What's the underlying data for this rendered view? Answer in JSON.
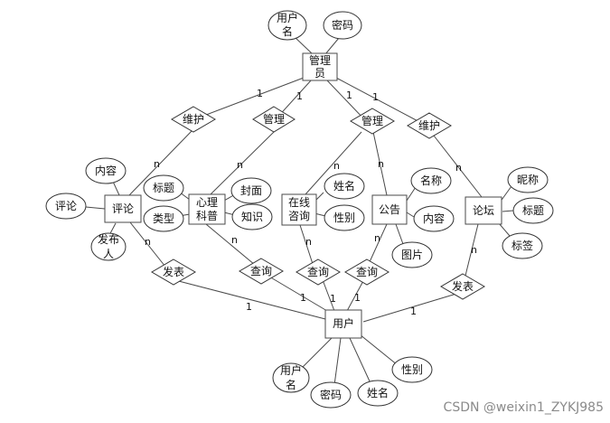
{
  "entities": {
    "admin": "管理员",
    "comment": "评论",
    "science": "心理科普",
    "consult": "在线咨询",
    "notice": "公告",
    "forum": "论坛",
    "user": "用户"
  },
  "attributes": {
    "admin_username": "用户名",
    "admin_password": "密码",
    "comment_content": "内容",
    "comment_text": "评论",
    "comment_publisher": "发布人",
    "science_title": "标题",
    "science_type": "类型",
    "science_cover": "封面",
    "science_knowledge": "知识",
    "consult_name": "姓名",
    "consult_gender": "性别",
    "notice_name": "名称",
    "notice_content": "内容",
    "notice_image": "图片",
    "forum_nickname": "昵称",
    "forum_title": "标题",
    "forum_tag": "标签",
    "user_username": "用户名",
    "user_password": "密码",
    "user_name": "姓名",
    "user_gender": "性别"
  },
  "relationships": {
    "maintain_1": "维护",
    "manage_1": "管理",
    "manage_2": "管理",
    "maintain_2": "维护",
    "publish_1": "发表",
    "query_1": "查询",
    "query_2": "查询",
    "query_3": "查询",
    "publish_2": "发表"
  },
  "cardinality": {
    "one": "1",
    "many": "n"
  },
  "watermark": "CSDN @weixin1_ZYKJ985"
}
